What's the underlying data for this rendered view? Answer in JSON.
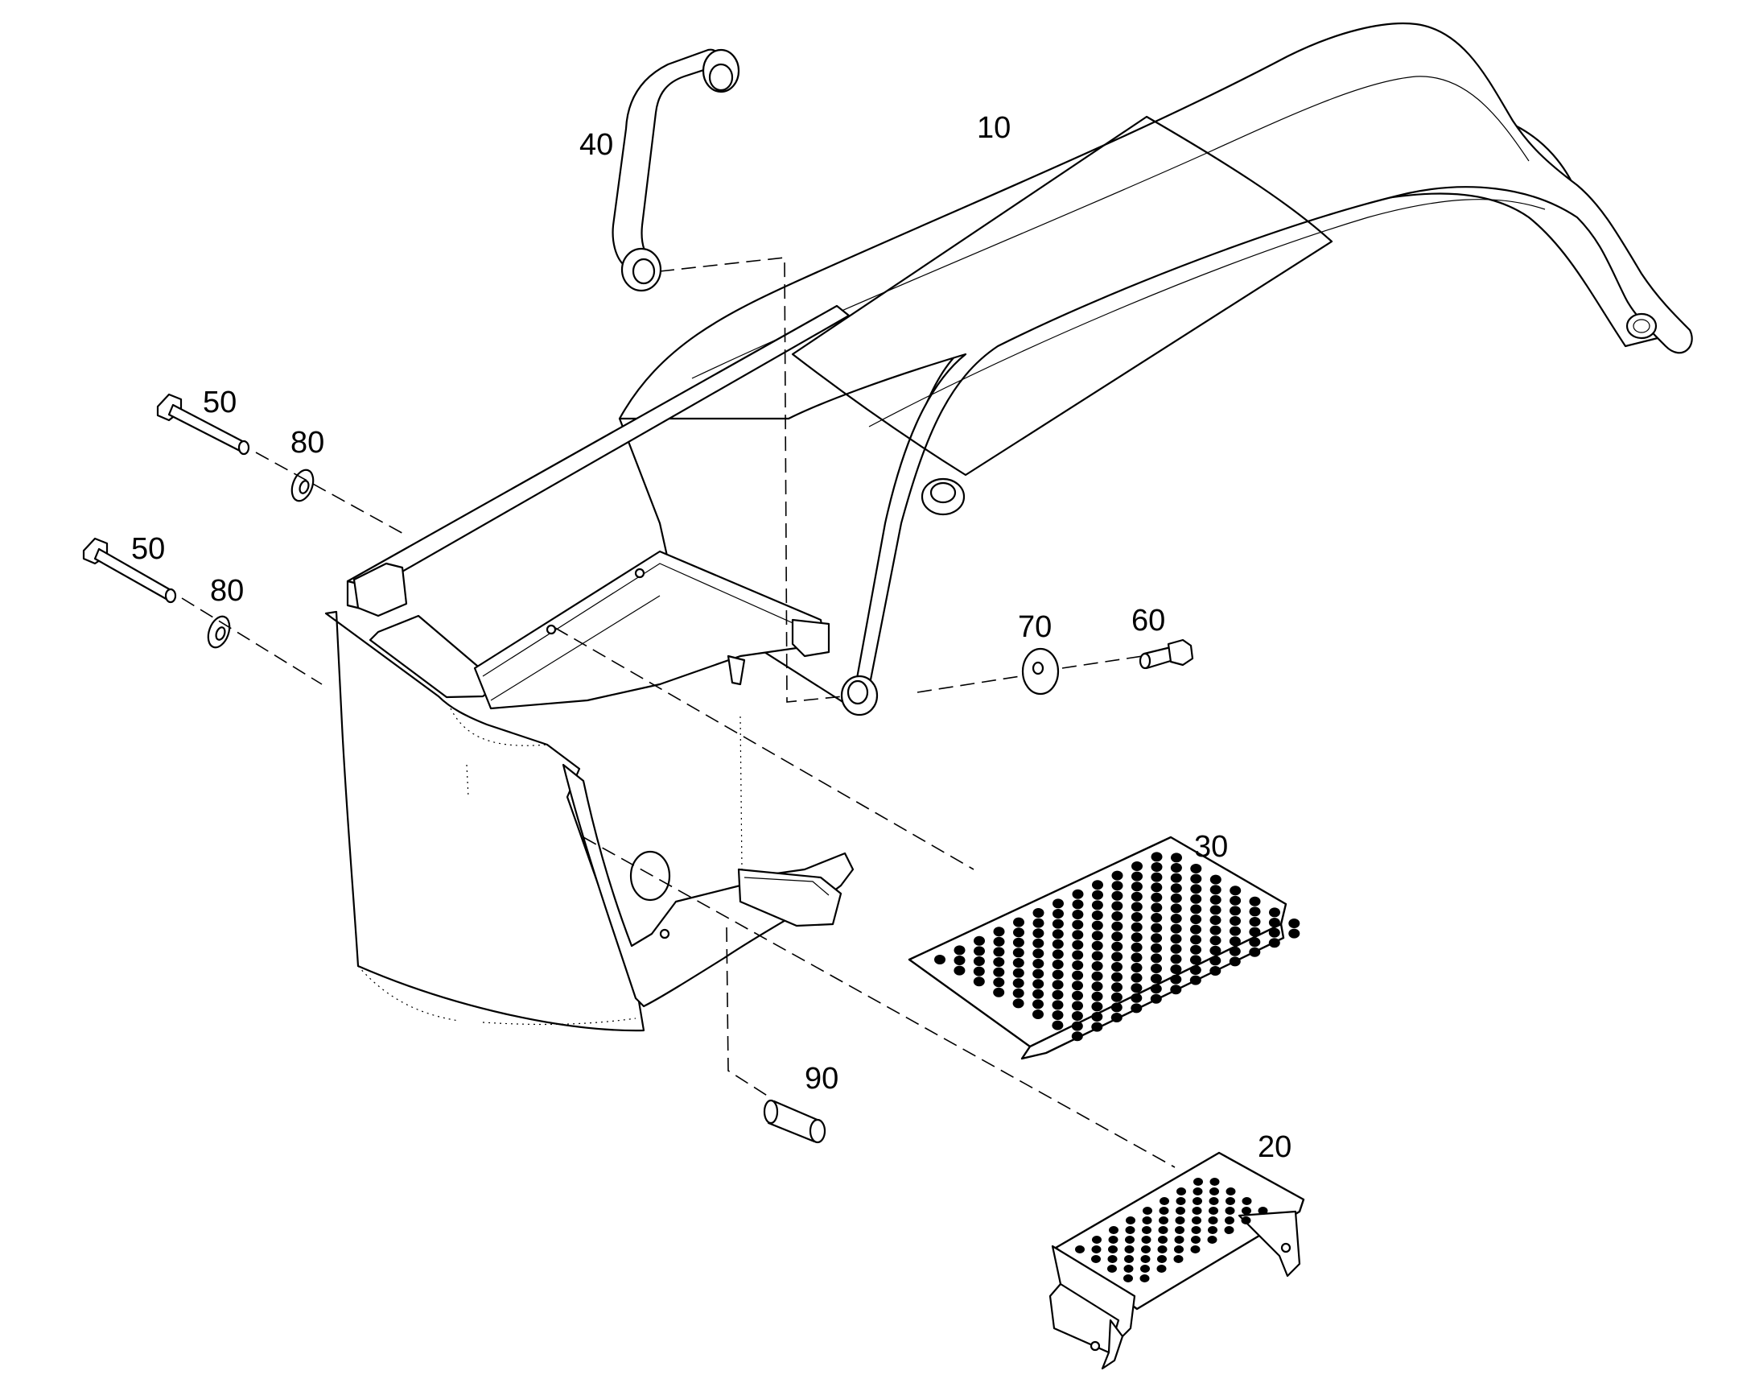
{
  "callouts": {
    "c10": "10",
    "c20": "20",
    "c30": "30",
    "c40": "40",
    "c50a": "50",
    "c50b": "50",
    "c60": "60",
    "c70": "70",
    "c80a": "80",
    "c80b": "80",
    "c90": "90"
  },
  "colors": {
    "line": "#000000",
    "background": "#ffffff"
  }
}
